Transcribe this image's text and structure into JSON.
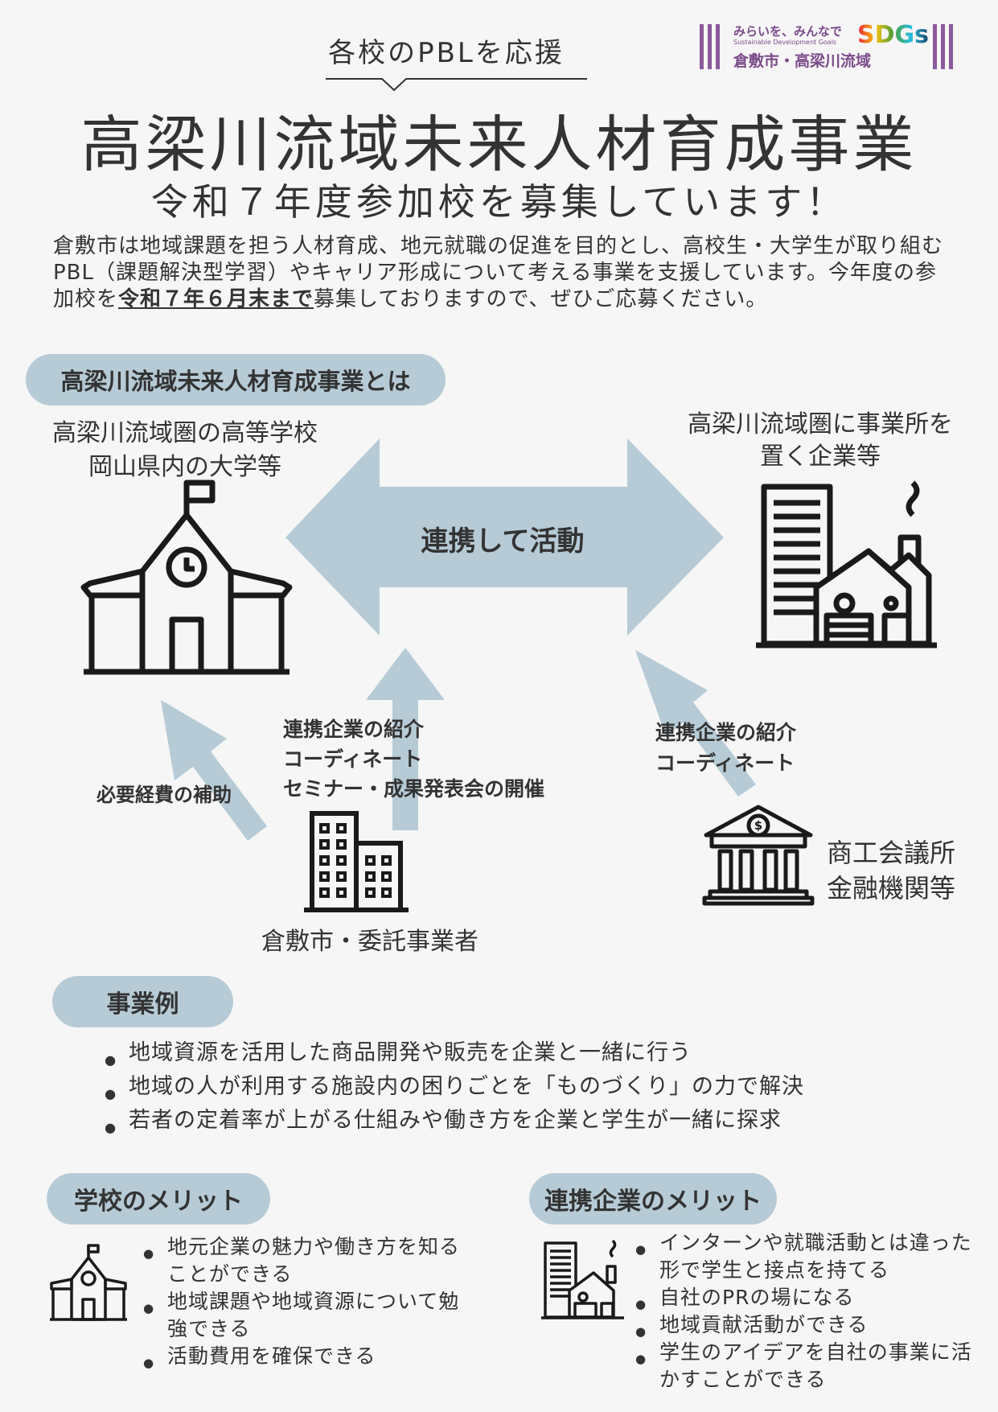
{
  "header": {
    "tagline": "各校のPBLを応援",
    "title": "高梁川流域未来人材育成事業",
    "subtitle": "令和７年度参加校を募集しています！"
  },
  "logo": {
    "line1": "みらいを、みんなで",
    "line2": "Sustainable Development Goals",
    "line3": "倉敷市・高梁川流域",
    "sdgs": "SDGs"
  },
  "intro": {
    "text_before": "倉敷市は地域課題を担う人材育成、地元就職の促進を目的とし、高校生・大学生が取り組むPBL（課題解決型学習）やキャリア形成について考える事業を支援しています。今年度の参加校を",
    "emphasis": "令和７年６月末まで",
    "text_after": "募集しておりますので、ぜひご応募ください。"
  },
  "about": {
    "heading": "高梁川流域未来人材育成事業とは",
    "school_label_1": "高梁川流域圏の高等学校",
    "school_label_2": "岡山県内の大学等",
    "company_label_1": "高梁川流域圏に事業所を",
    "company_label_2": "置く企業等",
    "center_arrow": "連携して活動",
    "city_support_1": "連携企業の紹介",
    "city_support_2": "コーディネート",
    "city_support_3": "セミナー・成果発表会の開催",
    "subsidy": "必要経費の補助",
    "chamber_support_1": "連携企業の紹介",
    "chamber_support_2": "コーディネート",
    "city_label": "倉敷市・委託事業者",
    "chamber_label_1": "商工会議所",
    "chamber_label_2": "金融機関等"
  },
  "examples": {
    "heading": "事業例",
    "items": [
      "地域資源を活用した商品開発や販売を企業と一緒に行う",
      "地域の人が利用する施設内の困りごとを「ものづくり」の力で解決",
      "若者の定着率が上がる仕組みや働き方を企業と学生が一緒に探求"
    ]
  },
  "school_merit": {
    "heading": "学校のメリット",
    "items": [
      "地元企業の魅力や働き方を知ることができる",
      "地域課題や地域資源について勉強できる",
      "活動費用を確保できる"
    ]
  },
  "company_merit": {
    "heading": "連携企業のメリット",
    "items": [
      "インターンや就職活動とは違った形で学生と接点を持てる",
      "自社のPRの場になる",
      "地域貢献活動ができる",
      "学生のアイデアを自社の事業に活かすことができる"
    ]
  },
  "colors": {
    "accent": "#b6cbd6",
    "text": "#333333",
    "icon": "#1a1a1a",
    "sdgs_bar": "#7b4b8a"
  },
  "icons": [
    "school-icon",
    "factory-icon",
    "office-building-icon",
    "bank-icon",
    "clock-icon",
    "flag-icon"
  ]
}
